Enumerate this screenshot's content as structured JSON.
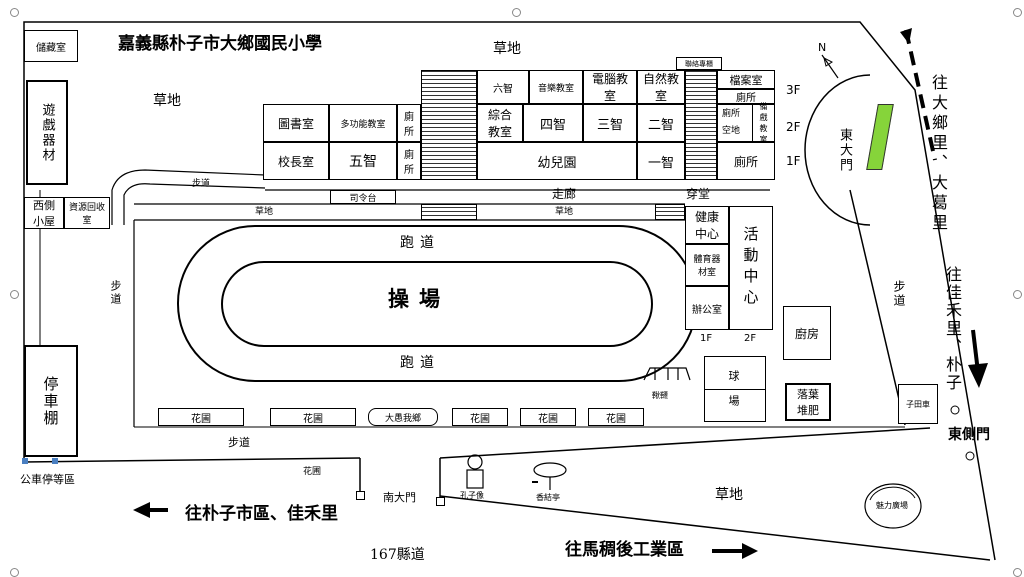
{
  "title": "嘉義縣朴子市大鄉國民小學",
  "grass": "草地",
  "storage": "儲藏室",
  "play_equipment": "遊戲器材",
  "west_house": "西側小屋",
  "recycle": "資源回收室",
  "parking_shed": "停車棚",
  "bus_stop": "公車停等區",
  "walkway": "步道",
  "corridor": "走廊",
  "through_hall": "穿堂",
  "stage": "司令台",
  "track": "跑道",
  "playground": "操場",
  "flowerbed": "花圃",
  "sculpture": "大愚我鄉",
  "confucius": "孔子像",
  "pavilion": "香結亭",
  "charm_plaza": "魅力廣場",
  "kitchen": "廚房",
  "compost": "落葉堆肥",
  "ball_field": "球場",
  "swing": "鞦韆",
  "health_center": "健康中心",
  "equipment_room": "體育器材室",
  "office": "辦公室",
  "activity_center": "活動中心",
  "toilet": "廁所",
  "floor_1f": "1F",
  "floor_2f": "2F",
  "floor_3f": "3F",
  "bldg": {
    "library": "圖書室",
    "multi": "多功能教室",
    "principal": "校長室",
    "g5": "五智",
    "g6": "六智",
    "music": "音樂教室",
    "computer": "電腦教室",
    "science": "自然教室",
    "archive": "檔案室",
    "integrated": "綜合教室",
    "g4": "四智",
    "g3": "三智",
    "g2": "二智",
    "empty": "空地",
    "mirror": "備戲教室",
    "kindergarten": "幼兒園",
    "g1": "一智",
    "liaison": "聯絡專櫃"
  },
  "east_gate": "東大門",
  "east_side_gate": "東側門",
  "south_gate": "南大門",
  "guard_house": "子田車",
  "road_167": "167縣道",
  "dir_west": "往朴子市區、佳禾里",
  "dir_east": "往馬稠後工業區",
  "dir_north": "往大鄉里、大葛里",
  "dir_south": "往佳禾里、朴子",
  "north_letter": "N",
  "colors": {
    "gate_bar": "#86d43a",
    "bus_marker": "#4a7fc1"
  }
}
